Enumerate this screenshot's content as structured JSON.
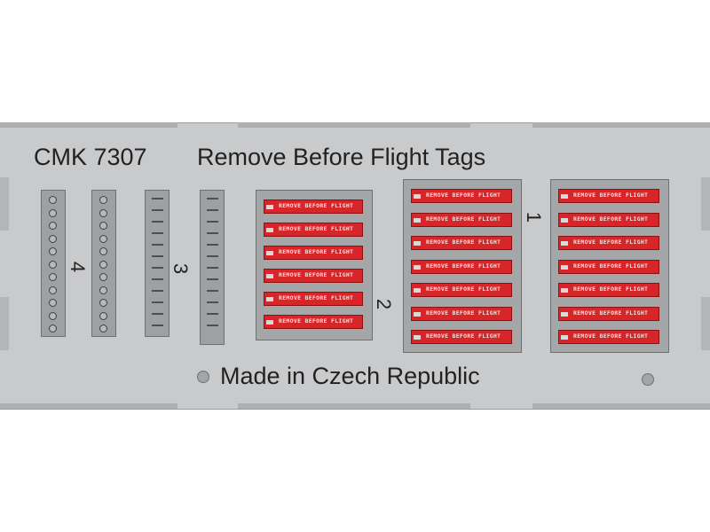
{
  "sheet": {
    "code": "CMK 7307",
    "title": "Remove Before Flight Tags",
    "footer": "Made in Czech Republic"
  },
  "sets": [
    {
      "number": "4"
    },
    {
      "number": "3"
    },
    {
      "number": "2"
    },
    {
      "number": "1"
    }
  ],
  "tag_text": "REMOVE BEFORE FLIGHT",
  "colors": {
    "fret": "#c9cacc",
    "tag": "#d7262a",
    "text": "#222222"
  }
}
